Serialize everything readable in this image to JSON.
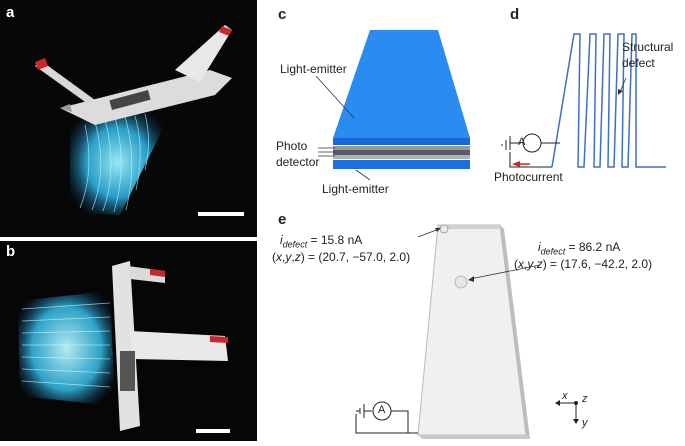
{
  "panels": {
    "a": {
      "letter": "a"
    },
    "b": {
      "letter": "b"
    },
    "c": {
      "letter": "c",
      "light_emitter_top": "Light-emitter",
      "photo_detector_line1": "Photo",
      "photo_detector_line2": "detector",
      "light_emitter_bottom": "Light-emitter"
    },
    "d": {
      "letter": "d",
      "defect_line1": "Structural",
      "defect_line2": "defect",
      "ammeter": "A",
      "photocurrent": "Photocurrent"
    },
    "e": {
      "letter": "e",
      "defect1_current_sym": "i",
      "defect1_current_sub": "defect",
      "defect1_current_val": " = 15.8 nA",
      "defect1_coords": "(x,y,z) = (20.7, −57.0, 2.0)",
      "defect2_current_sym": "i",
      "defect2_current_sub": "defect",
      "defect2_current_val": " = 86.2 nA",
      "defect2_coords": "(x,y,z) = (17.6, −42.2, 2.0)",
      "ammeter": "A",
      "axis_x": "x",
      "axis_y": "y",
      "axis_z": "z"
    }
  },
  "colors": {
    "emitter_blue": "#2a8cf0",
    "emitter_dark": "#1668d8",
    "line_blue": "#3f6fc4",
    "photocurrent_arrow": "#e01b1b",
    "glow": "#6fe8ff"
  }
}
